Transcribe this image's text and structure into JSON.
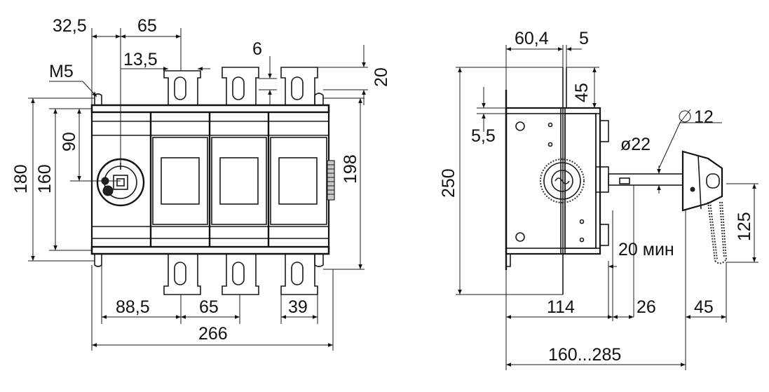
{
  "left_view": {
    "dim_32_5": "32,5",
    "dim_65_top": "65",
    "dim_13_5": "13,5",
    "dim_m5": "M5",
    "dim_6": "6",
    "dim_20": "20",
    "dim_180": "180",
    "dim_160": "160",
    "dim_90": "90",
    "dim_198": "198",
    "dim_88_5": "88,5",
    "dim_65_bottom": "65",
    "dim_39": "39",
    "dim_266": "266"
  },
  "right_view": {
    "dim_60_4": "60,4",
    "dim_5": "5",
    "dim_45_top": "45",
    "dim_5_5": "5,5",
    "dim_250": "250",
    "dim_d12": "12",
    "dim_d22": "ø22",
    "dim_125": "125",
    "dim_20min": "20 мин",
    "dim_114": "114",
    "dim_26": "26",
    "dim_45_bottom": "45",
    "dim_160_285": "160...285"
  }
}
